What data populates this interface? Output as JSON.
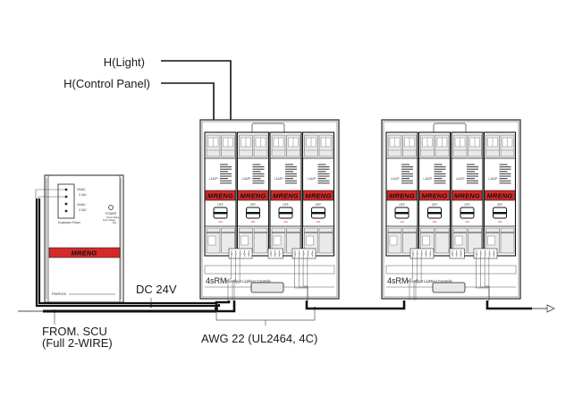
{
  "labels": {
    "h_light": "H(Light)",
    "h_control_panel": "H(Control Panel)",
    "dc_24v": "DC 24V",
    "from_scu_line1": "FROM. SCU",
    "from_scu_line2": "(Full 2-WIRE)",
    "awg": "AWG 22 (UL2464, 4C)"
  },
  "power_supply": {
    "model": "PWR200",
    "brand": "MRENG",
    "terminal_labels": [
      "24VAC",
      "0 VAC",
      "24VAC",
      "0 VAC"
    ],
    "expansion_label": "Expansion Power",
    "power_label": "POWER",
    "power_sub": [
      "Check Status",
      "Input Voltage",
      "24V"
    ]
  },
  "relay_modules": [
    {
      "model": "4sRM",
      "tagline": "Excellent Lighting Controls",
      "channels": [
        {
          "brand": "MRENG",
          "switch_label": "OFF",
          "on_label": "ON",
          "spec_label": "L1&2P"
        },
        {
          "brand": "MRENG",
          "switch_label": "OFF",
          "on_label": "ON",
          "spec_label": "L1&2P"
        },
        {
          "brand": "MRENG",
          "switch_label": "OFF",
          "on_label": "ON",
          "spec_label": "L1&2P"
        },
        {
          "brand": "MRENG",
          "switch_label": "OFF",
          "on_label": "ON",
          "spec_label": "L1&2P"
        }
      ]
    },
    {
      "model": "4sRM",
      "tagline": "Excellent Lighting Controls",
      "channels": [
        {
          "brand": "MRENG",
          "switch_label": "OFF",
          "on_label": "ON",
          "spec_label": "L1&2P"
        },
        {
          "brand": "MRENG",
          "switch_label": "OFF",
          "on_label": "ON",
          "spec_label": "L1&2P"
        },
        {
          "brand": "MRENG",
          "switch_label": "OFF",
          "on_label": "ON",
          "spec_label": "L1&2P"
        },
        {
          "brand": "MRENG",
          "switch_label": "OFF",
          "on_label": "ON",
          "spec_label": "L1&2P"
        }
      ]
    }
  ],
  "colors": {
    "brand_red": "#d42a2a",
    "line": "#111111",
    "thin_line": "#555555",
    "panel_fill": "#ffffff",
    "grey_fill": "#e6e6e6"
  }
}
